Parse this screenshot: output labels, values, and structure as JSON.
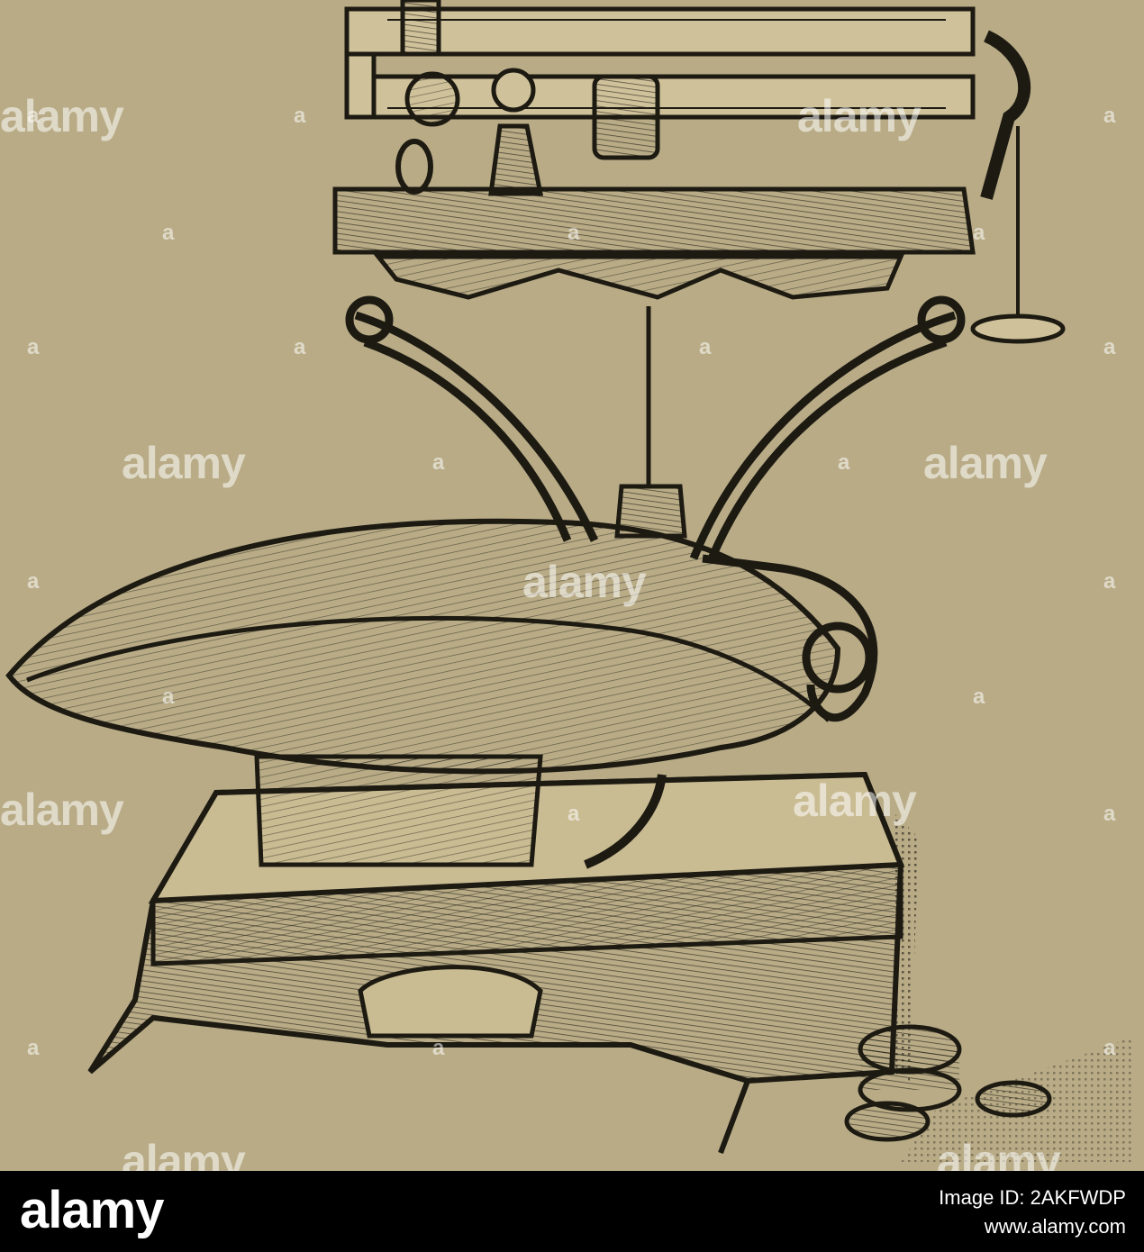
{
  "image": {
    "background": "#b8ab86",
    "ink": "#1d1a12",
    "subject": "engraving-of-counter-scale"
  },
  "watermark": {
    "word": "alamy",
    "letter": "a"
  },
  "footer": {
    "logo": "alamy",
    "image_id": "Image ID: 2AKFWDP",
    "site": "www.alamy.com"
  }
}
